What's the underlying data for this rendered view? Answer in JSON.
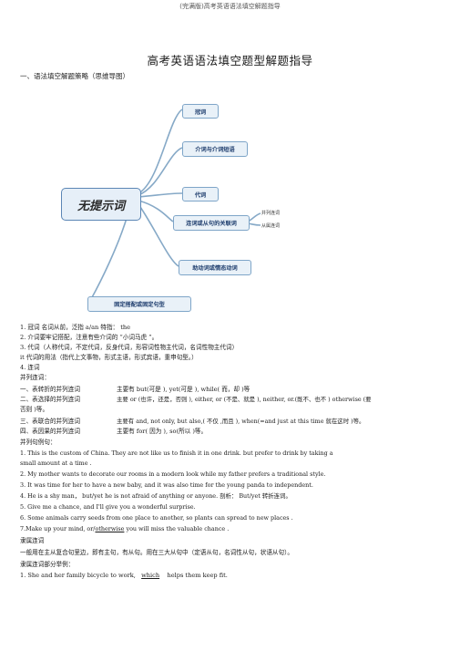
{
  "header": "(完满版)高考英语语法填空解题指导",
  "title": "高考英语语法填空题型解题指导",
  "section1": "一、语法填空解题策略（思维导图）",
  "mindmap": {
    "center": "无提示词",
    "branches": [
      "冠词",
      "介词与介词短语",
      "代词",
      "连词或从句的关联词",
      "助动词或情态动词",
      "固定搭配或固定句型"
    ],
    "leaves": [
      "并列连词",
      "从属连词"
    ]
  },
  "lines": {
    "l1": "1. 冠词        名词从前，泛指     a/an  特指：  the",
    "l2": "2. 介词要牢记搭配，注意有些介词的      “小词马虎 ”。",
    "l3": "3. 代词（人称代词，不定代词，反身代词，形容词性物主代词，名词性物主代词）",
    "l4": "it 代词的用法（指代上文事物，形式主语，形式宾语，重申句型。）",
    "l5": "4. 连词",
    "l6": "并列连词：",
    "c1a": "一、表转折的并列连词",
    "c1b": "主要有    but(可是 ), yet(可是 ), while( 而，却 )等",
    "c2a": "二、表选择的并列连词",
    "c2b": "主要    or (也许，还是，否则    ), either, or (不是、就是 ), neither, or.(既不、也不 ) otherwise (要",
    "c2c": "否则 )等。",
    "c3a": "三、表联合的并列连词",
    "c3b": "主要有    and, not only, but also,( 不仅 ,而且     ), when(=and just at this time    就在这时 )等。",
    "c4a": "四、表因果的并列连词",
    "c4b": "主要有    for( 因为 ), so(所以 )等。",
    "l7": "并列句例句：",
    "e1": "1. This is the custom of China. They are not like us to finish it in one drink.           but          prefer to drink by taking a",
    "e1b": "small amount at a time .",
    "e2": "2. My mother wants to decorate our rooms in a modern look    while           my father prefers a traditional style.",
    "e3": "3. It was time for her to have a new baby,        and          it was also time for the young panda to independent.",
    "e4": "4. He is a shy man，      but/yet             he is not afraid of anything or anyone.   剖析：  But/yet 转折连词。",
    "e5": "5. Give me a chance,         and              I'll give you a wonderful surprise.",
    "e6": "6. Some animals carry seeds from one place to another,            so          plants can spread to new places .",
    "e7a": "7.Make up your mind, or/",
    "e7u": "otherwise",
    "e7b": " you will miss the valuable chance .",
    "l8": "隶属连词",
    "l9": "一般用在主从复合句里边，即有主句，有从句。用在三大从句中（定语从句，名词性从句，状语从句）。",
    "l10": "隶属连词部分举例：",
    "f1a": "1. She and her family bicycle to work,",
    "f1u": "which",
    "f1b": " helps them keep fit."
  }
}
